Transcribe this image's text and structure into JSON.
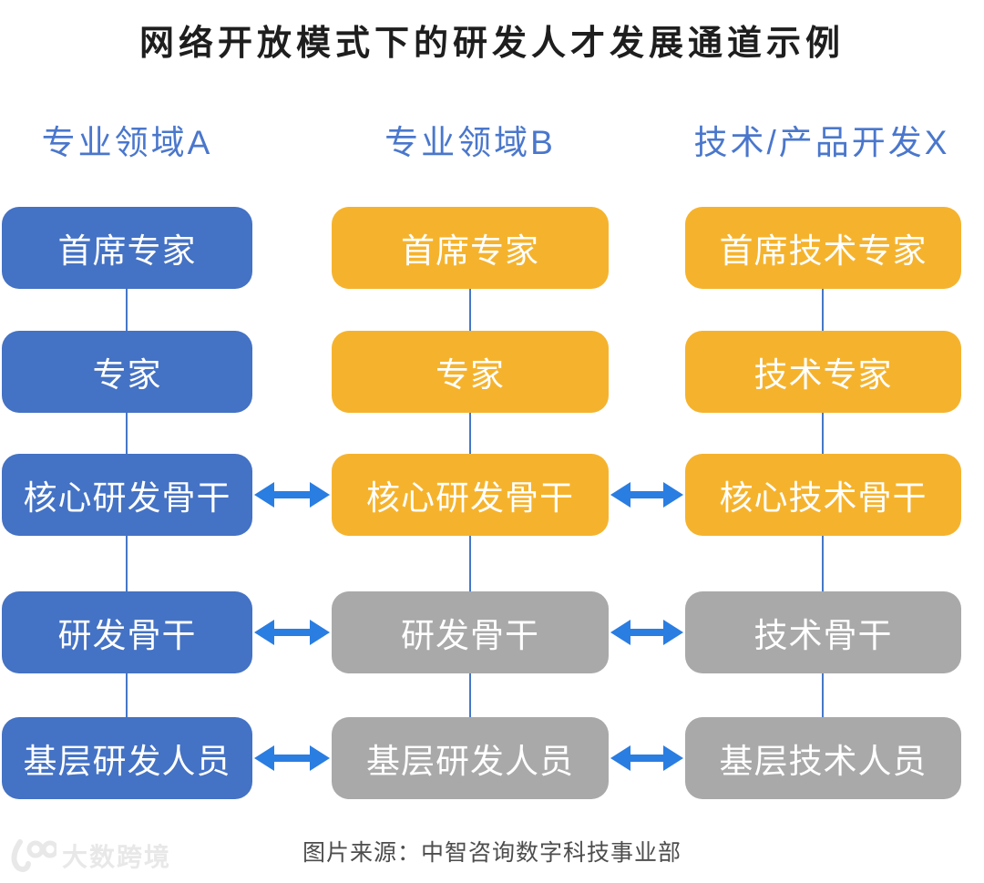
{
  "title": "网络开放模式下的研发人才发展通道示例",
  "columns": [
    {
      "header": "专业领域A",
      "boxes": [
        {
          "label": "首席专家",
          "color": "blue"
        },
        {
          "label": "专家",
          "color": "blue"
        },
        {
          "label": "核心研发骨干",
          "color": "blue"
        },
        {
          "label": "研发骨干",
          "color": "blue"
        },
        {
          "label": "基层研发人员",
          "color": "blue"
        }
      ]
    },
    {
      "header": "专业领域B",
      "boxes": [
        {
          "label": "首席专家",
          "color": "yellow"
        },
        {
          "label": "专家",
          "color": "yellow"
        },
        {
          "label": "核心研发骨干",
          "color": "yellow"
        },
        {
          "label": "研发骨干",
          "color": "gray"
        },
        {
          "label": "基层研发人员",
          "color": "gray"
        }
      ]
    },
    {
      "header": "技术/产品开发X",
      "boxes": [
        {
          "label": "首席技术专家",
          "color": "yellow"
        },
        {
          "label": "技术专家",
          "color": "yellow"
        },
        {
          "label": "核心技术骨干",
          "color": "yellow"
        },
        {
          "label": "技术骨干",
          "color": "gray"
        },
        {
          "label": "基层技术人员",
          "color": "gray"
        }
      ]
    }
  ],
  "colors": {
    "blue": "#4472C4",
    "yellow": "#F5B32D",
    "gray": "#A9A9A9",
    "arrow": "#2A7DE1",
    "connector": "#4678C6",
    "header_text": "#4A77CC"
  },
  "source": "图片来源：中智咨询数字科技事业部",
  "watermark": {
    "text": "大数跨境"
  }
}
